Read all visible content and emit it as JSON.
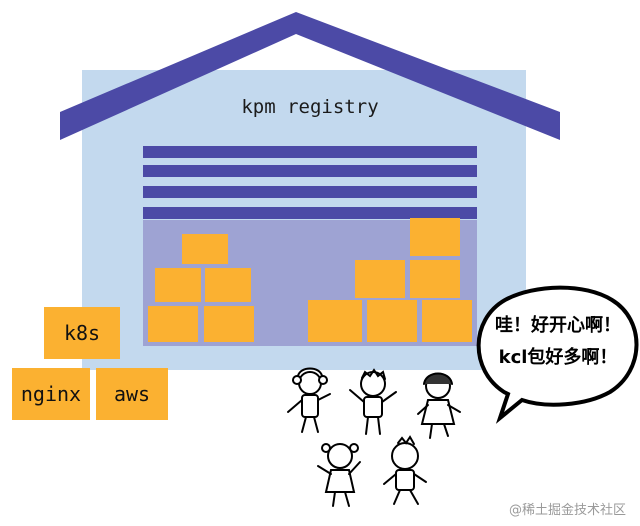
{
  "warehouse": {
    "title": "kpm registry",
    "roof_color": "#4c4aa6",
    "wall_color": "#c3d9ee",
    "shelf_color": "#9ea3d3",
    "box_color": "#fbb131"
  },
  "packages": [
    {
      "name": "k8s"
    },
    {
      "name": "nginx"
    },
    {
      "name": "aws"
    }
  ],
  "speech_bubble": {
    "line1": "哇！好开心啊！",
    "line2": "kcl包好多啊！"
  },
  "watermark": "@稀土掘金技术社区"
}
